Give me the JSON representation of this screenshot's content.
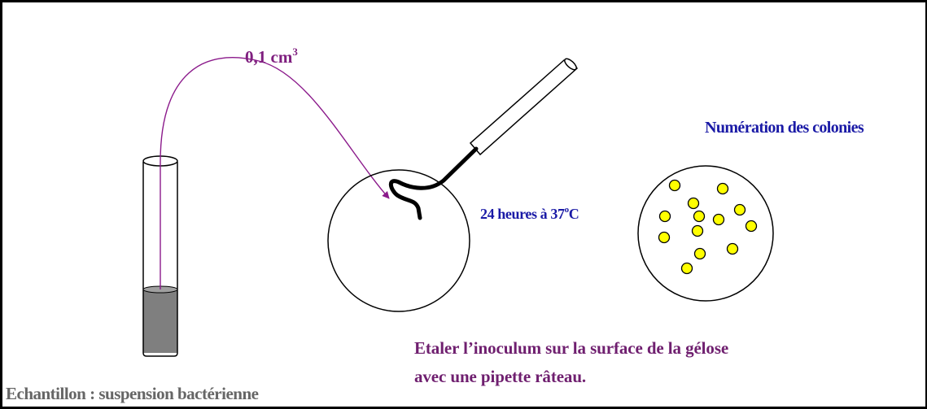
{
  "labels": {
    "volume": "0,1 cm",
    "volume_sup": "3",
    "incubation": "24 heures à 37",
    "incubation_sup": "o",
    "incubation_unit": "C",
    "counting": "Numération des colonies",
    "spread_line1": "Etaler l’inoculum sur la surface de la gélose",
    "spread_line2": "avec une pipette râteau.",
    "sample": "Echantillon : suspension bactérienne"
  },
  "colors": {
    "arrow": "#8b1a8b",
    "incubation_text": "#1a1aa6",
    "spread_text": "#6f1f6f",
    "sample_text": "#666666",
    "colony_fill": "#ffff00",
    "liquid_fill": "#7f7f7f"
  },
  "colony_count": 13
}
